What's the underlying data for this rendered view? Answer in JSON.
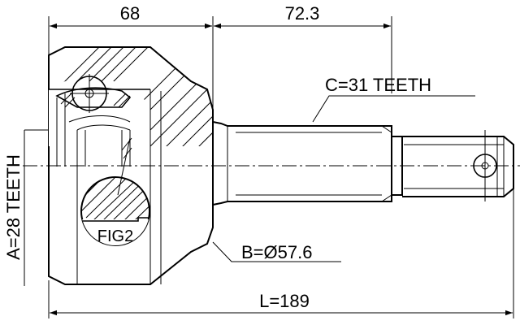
{
  "diagram": {
    "dim_top_left": "68",
    "dim_top_right": "72.3",
    "label_c": "C=31 TEETH",
    "label_a": "A=28 TEETH",
    "label_b": "B=Ø57.6",
    "label_l": "L=189",
    "label_fig": "FIG2"
  }
}
